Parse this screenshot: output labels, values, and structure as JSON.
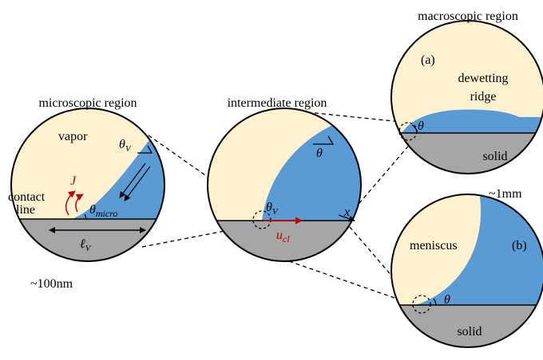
{
  "colors": {
    "vapor": "#fdf1cf",
    "liquid": "#5b9bd5",
    "solid": "#a6a6a6",
    "accent": "#c00000",
    "outline": "#000000"
  },
  "titles": {
    "micro": "microscopic region",
    "intermediate": "intermediate region",
    "macro": "macroscopic region"
  },
  "micro": {
    "vapor": "vapor",
    "theta_v": "θ",
    "theta_v_sub": "V",
    "flux": "J",
    "contact_line_1": "contact",
    "contact_line_2": "line",
    "theta_micro": "θ",
    "theta_micro_sub": "micro",
    "ell": "ℓ",
    "ell_sub": "V",
    "scale": "~100nm"
  },
  "intermediate": {
    "theta": "θ",
    "theta_v": "θ",
    "theta_v_sub": "V",
    "x": "x",
    "u": "u",
    "u_sub": "cl"
  },
  "macro_a": {
    "tag": "(a)",
    "ridge_1": "dewetting",
    "ridge_2": "ridge",
    "theta": "θ",
    "solid": "solid",
    "scale": "~1mm"
  },
  "macro_b": {
    "meniscus": "meniscus",
    "tag": "(b)",
    "theta": "θ",
    "solid": "solid"
  }
}
